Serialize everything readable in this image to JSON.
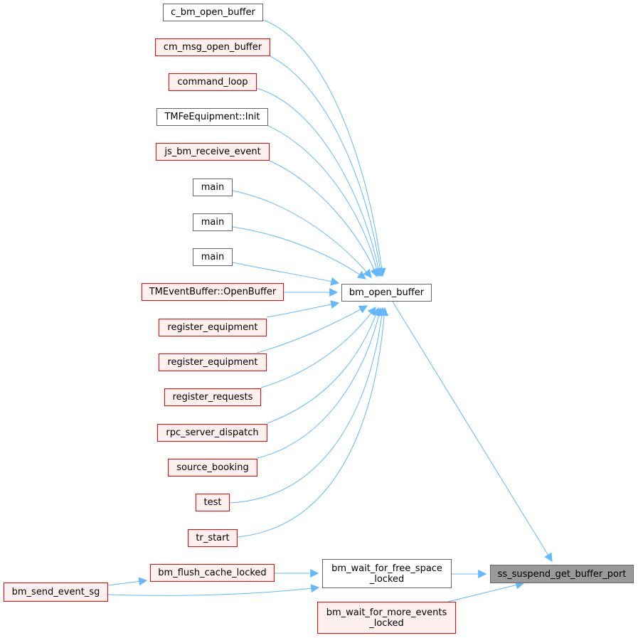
{
  "colors": {
    "edge": "#63b8ff",
    "node_border": "#666666",
    "node_fill": "#ffffff",
    "external_border": "#ff0000",
    "external_fill": "#fff0f0",
    "current_fill": "#999999"
  },
  "nodes": [
    {
      "id": "n_c_bm_open_buffer",
      "lines": [
        "c_bm_open_buffer"
      ],
      "style": "normal"
    },
    {
      "id": "n_cm_msg_open_buffer",
      "lines": [
        "cm_msg_open_buffer"
      ],
      "style": "red"
    },
    {
      "id": "n_command_loop",
      "lines": [
        "command_loop"
      ],
      "style": "red"
    },
    {
      "id": "n_tmfe_init",
      "lines": [
        "TMFeEquipment::Init"
      ],
      "style": "normal"
    },
    {
      "id": "n_js_bm_receive_event",
      "lines": [
        "js_bm_receive_event"
      ],
      "style": "red"
    },
    {
      "id": "n_main1",
      "lines": [
        "main"
      ],
      "style": "normal"
    },
    {
      "id": "n_main2",
      "lines": [
        "main"
      ],
      "style": "normal"
    },
    {
      "id": "n_main3",
      "lines": [
        "main"
      ],
      "style": "normal"
    },
    {
      "id": "n_tmeventbuffer_openbuffer",
      "lines": [
        "TMEventBuffer::OpenBuffer"
      ],
      "style": "red"
    },
    {
      "id": "n_register_equipment1",
      "lines": [
        "register_equipment"
      ],
      "style": "red"
    },
    {
      "id": "n_register_equipment2",
      "lines": [
        "register_equipment"
      ],
      "style": "red"
    },
    {
      "id": "n_register_requests",
      "lines": [
        "register_requests"
      ],
      "style": "red"
    },
    {
      "id": "n_rpc_server_dispatch",
      "lines": [
        "rpc_server_dispatch"
      ],
      "style": "red"
    },
    {
      "id": "n_source_booking",
      "lines": [
        "source_booking"
      ],
      "style": "red"
    },
    {
      "id": "n_test",
      "lines": [
        "test"
      ],
      "style": "red"
    },
    {
      "id": "n_tr_start",
      "lines": [
        "tr_start"
      ],
      "style": "red"
    },
    {
      "id": "n_bm_open_buffer",
      "lines": [
        "bm_open_buffer"
      ],
      "style": "normal"
    },
    {
      "id": "n_bm_send_event_sg",
      "lines": [
        "bm_send_event_sg"
      ],
      "style": "red"
    },
    {
      "id": "n_bm_flush_cache_locked",
      "lines": [
        "bm_flush_cache_locked"
      ],
      "style": "red"
    },
    {
      "id": "n_bm_wait_for_free_space_locked",
      "lines": [
        "bm_wait_for_free_space",
        "_locked"
      ],
      "style": "normal"
    },
    {
      "id": "n_bm_wait_for_more_events_locked",
      "lines": [
        "bm_wait_for_more_events",
        "_locked"
      ],
      "style": "red"
    },
    {
      "id": "n_ss_suspend_get_buffer_port",
      "lines": [
        "ss_suspend_get_buffer_port"
      ],
      "style": "current"
    }
  ],
  "edges": [
    {
      "from": "n_c_bm_open_buffer",
      "to": "n_bm_open_buffer"
    },
    {
      "from": "n_cm_msg_open_buffer",
      "to": "n_bm_open_buffer"
    },
    {
      "from": "n_command_loop",
      "to": "n_bm_open_buffer"
    },
    {
      "from": "n_tmfe_init",
      "to": "n_bm_open_buffer"
    },
    {
      "from": "n_js_bm_receive_event",
      "to": "n_bm_open_buffer"
    },
    {
      "from": "n_main1",
      "to": "n_bm_open_buffer"
    },
    {
      "from": "n_main2",
      "to": "n_bm_open_buffer"
    },
    {
      "from": "n_main3",
      "to": "n_bm_open_buffer"
    },
    {
      "from": "n_tmeventbuffer_openbuffer",
      "to": "n_bm_open_buffer"
    },
    {
      "from": "n_register_equipment1",
      "to": "n_bm_open_buffer"
    },
    {
      "from": "n_register_equipment2",
      "to": "n_bm_open_buffer"
    },
    {
      "from": "n_register_requests",
      "to": "n_bm_open_buffer"
    },
    {
      "from": "n_rpc_server_dispatch",
      "to": "n_bm_open_buffer"
    },
    {
      "from": "n_source_booking",
      "to": "n_bm_open_buffer"
    },
    {
      "from": "n_test",
      "to": "n_bm_open_buffer"
    },
    {
      "from": "n_tr_start",
      "to": "n_bm_open_buffer"
    },
    {
      "from": "n_bm_open_buffer",
      "to": "n_ss_suspend_get_buffer_port"
    },
    {
      "from": "n_bm_send_event_sg",
      "to": "n_bm_flush_cache_locked"
    },
    {
      "from": "n_bm_flush_cache_locked",
      "to": "n_bm_wait_for_free_space_locked"
    },
    {
      "from": "n_bm_send_event_sg",
      "to": "n_bm_wait_for_free_space_locked"
    },
    {
      "from": "n_bm_wait_for_free_space_locked",
      "to": "n_ss_suspend_get_buffer_port"
    },
    {
      "from": "n_bm_wait_for_more_events_locked",
      "to": "n_ss_suspend_get_buffer_port"
    }
  ]
}
